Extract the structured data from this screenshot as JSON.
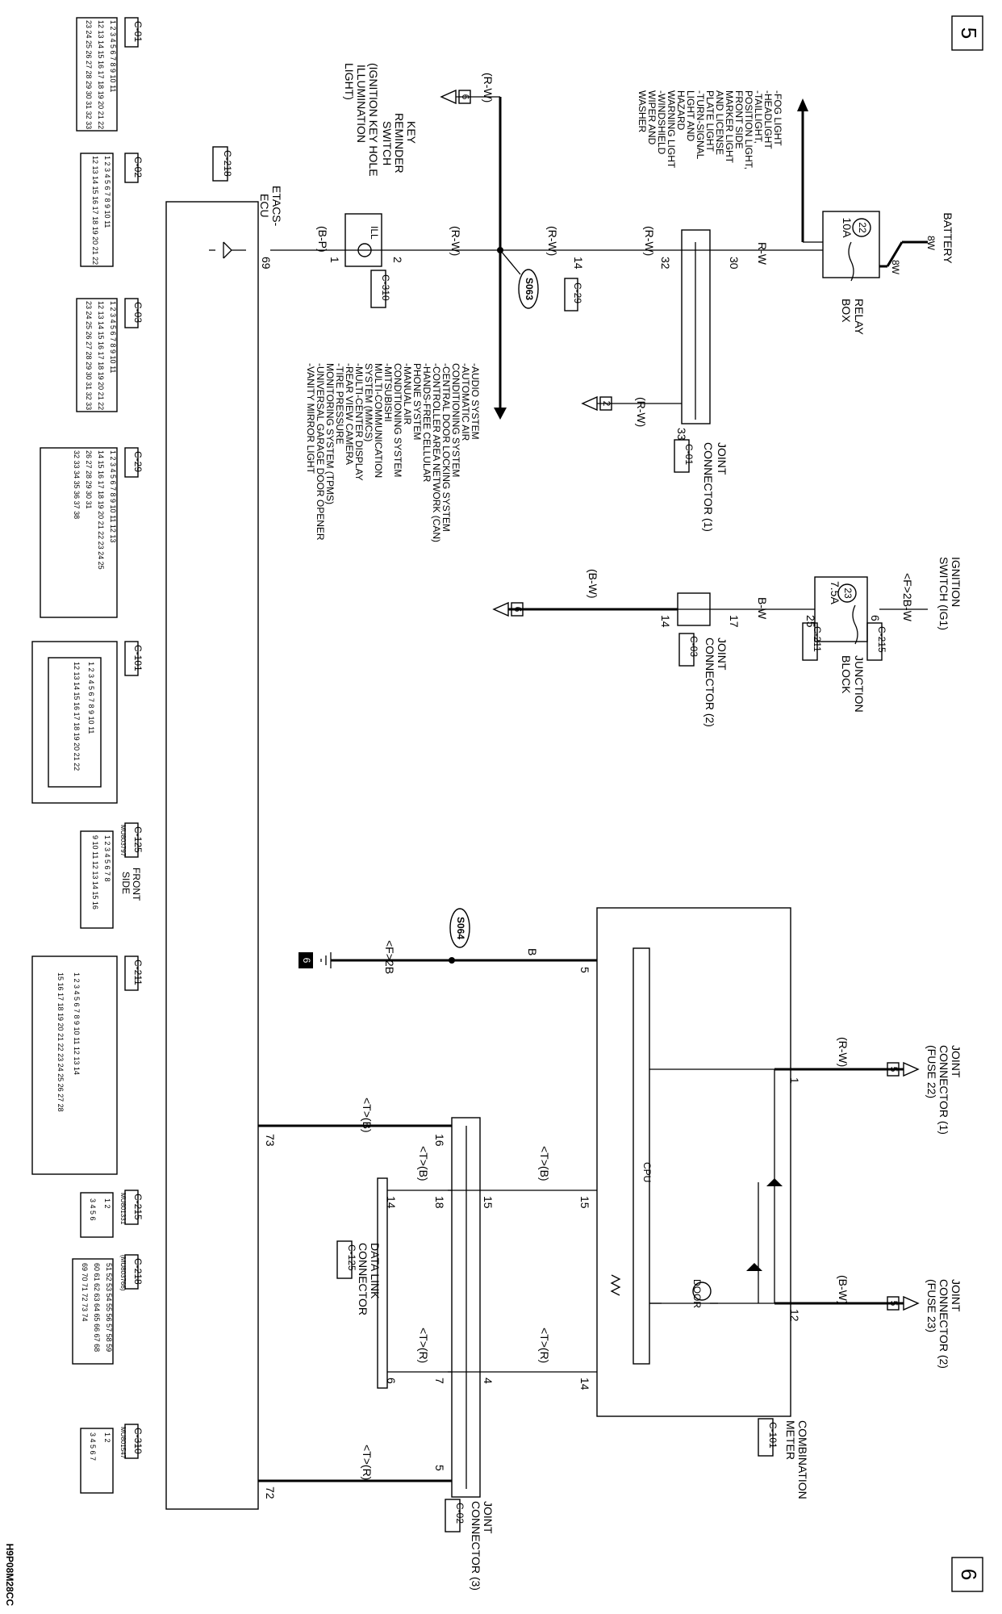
{
  "page": {
    "left_tag": "5",
    "right_tag": "6",
    "figure_code": "H9P08M28CC"
  },
  "top_wires": {
    "wire1": "8W",
    "wire2": "8W",
    "relay_fuse": "10A",
    "relay_fuse_no": "22",
    "wire_out": "R-W",
    "pin30": "30",
    "pin32": "32",
    "pin14": "14",
    "pin2": "2",
    "pin1": "1",
    "pin69": "69",
    "wire_rw": "(R-W)",
    "wire_bp": "(B-P)",
    "splice": "S063",
    "pin33": "33"
  },
  "relay_box": {
    "l1": "RELAY",
    "l2": "BOX"
  },
  "battery": "BATTERY",
  "fog_list": [
    "-FOG LIGHT",
    "-HEADLIGHT",
    "-TAILLIGHT,",
    "POSITION LIGHT,",
    "FRONT SIDE",
    "MARKER LIGHT",
    "AND LICENSE",
    "PLATE LIGHT",
    "-TURN-SIGNAL",
    "LIGHT AND",
    "HAZARD",
    "WARNING LIGHT",
    "-WINDSHIELD",
    "WIPER AND",
    "WASHER"
  ],
  "ground_refs": {
    "g6a": "6",
    "g2": "2",
    "g6b": "6",
    "g5a": "5",
    "g5b": "5",
    "g6c": "6"
  },
  "joint1": {
    "l1": "JOINT",
    "l2": "CONNECTOR (1)",
    "code": "C-01"
  },
  "joint2": {
    "l1": "JOINT",
    "l2": "CONNECTOR (2)",
    "code": "C-03",
    "p17": "17",
    "p14": "14"
  },
  "joint3": {
    "l1": "JOINT",
    "l2": "CONNECTOR (3)",
    "code": "C-02"
  },
  "c29": "C-29",
  "key_switch": {
    "l1": "KEY",
    "l2": "REMINDER",
    "l3": "SWITCH",
    "l4": "(IGNITION KEY HOLE",
    "l5": "ILLUMINATION",
    "l6": "LIGHT)",
    "code": "C-310",
    "ill": "ILL"
  },
  "etacs": {
    "l1": "ETACS-",
    "l2": "ECU",
    "code": "C-218"
  },
  "audio_list": [
    "-AUDIO SYSTEM",
    "-AUTOMATIC AIR",
    "CONDITIONING SYSTEM",
    "-CENTRAL DOOR LOCKING SYSTEM",
    "-CONTROLLER AREA NETWORK (CAN)",
    "-HANDS-FREE CELLULAR",
    "PHONE SYSTEM",
    "-MANUAL AIR",
    "CONDITIONING SYSTEM",
    "-MITSUBISHI",
    "MULTI-COMMUNICATION",
    "SYSTEM (MMCS)",
    "-MULTI-CENTER DISPLAY",
    "-REAR VIEW CAMERA",
    "-TIRE PRESSURE",
    "MONITORING SYSTEM (TPMS)",
    "-UNIVERSAL GARAGE DOOR OPENER",
    "-VANITY MIRROR LIGHT"
  ],
  "ignition": {
    "l1": "IGNITION",
    "l2": "SWITCH (IG1)",
    "wire": "<F>2B-W",
    "pin6": "6",
    "code215": "C-215",
    "pin25": "25",
    "code211": "C-211",
    "fuse": "7.5A",
    "fuse_no": "23",
    "bw": "B-W",
    "bw2": "(B-W)"
  },
  "junction": {
    "l1": "JUNCTION",
    "l2": "BLOCK"
  },
  "meter": {
    "l1": "COMBINATION",
    "l2": "METER",
    "code": "C-101",
    "cpu": "CPU",
    "door": "DOOR",
    "p1": "1",
    "p12": "12",
    "p5": "5",
    "p15": "15",
    "p14": "14"
  },
  "jc_fuse1": {
    "l1": "JOINT",
    "l2": "CONNECTOR (1)",
    "l3": "(FUSE 22)",
    "wire": "(R-W)"
  },
  "jc_fuse2": {
    "l1": "JOINT",
    "l2": "CONNECTOR (2)",
    "l3": "(FUSE 23)",
    "wire": "(B-W)"
  },
  "ground_wire": {
    "b": "B",
    "f2b": "<F>2B",
    "splice": "S064",
    "g": "6"
  },
  "can": {
    "tb": "<T>(B)",
    "tr": "<T>(R)",
    "p16": "16",
    "p73": "73",
    "p18": "18",
    "p15": "15",
    "p14": "14",
    "p7": "7",
    "p4": "4",
    "p6": "6",
    "p5": "5",
    "p72": "72"
  },
  "dlc": {
    "l1": "DATA LINK",
    "l2": "CONNECTOR",
    "code": "C-125"
  },
  "connectors": {
    "c01": {
      "name": "C-01",
      "rows": [
        "1 2 3 4 5 6 7 8 9 10 11",
        "12 13 14 15 16 17 18 19 20 21 22",
        "23 24 25 26 27 28 29 30 31 32 33"
      ]
    },
    "c02": {
      "name": "C-02",
      "rows": [
        "1 2 3 4 5 6 7 8 9 10 11",
        "12 13 14 15 16 17 18 19 20 21 22"
      ]
    },
    "c03": {
      "name": "C-03",
      "rows": [
        "1 2 3 4 5 6 7 8 9 10 11",
        "12 13 14 15 16 17 18 19 20 21 22",
        "23 24 25 26 27 28 29 30 31 32 33"
      ]
    },
    "c29": {
      "name": "C-29",
      "rows": [
        "1 2 3 4 5 6 7 8 9 10 11 12 13",
        "14 15 16 17 18 19 20 21 22 23 24 25",
        "26 27 28 29 30 31",
        "32 33 34 35 36 37 38"
      ]
    },
    "c101": {
      "name": "C-101",
      "rows": [
        "1 2 3 4 5 6 7 8 9 10 11",
        "12 13 14 15 16 17 18 19 20 21 22"
      ]
    },
    "c125": {
      "name": "C-125",
      "sub": "MU803797",
      "note1": "FRONT",
      "note2": "SIDE",
      "rows": [
        "1 2 3 4 5 6 7 8",
        "9 10 11 12 13 14 15 16"
      ]
    },
    "c211": {
      "name": "C-211",
      "rows": [
        "1 2 3 4 5 6 7 8 9 10 11 12 13 14",
        "15 16 17 18 19 20 21 22 23 24 25 26 27 28"
      ]
    },
    "c215": {
      "name": "C-215",
      "sub": "MU801331",
      "rows": [
        "1 2",
        "3 4 5 6"
      ]
    },
    "c218": {
      "name": "C-218",
      "sub": "(MU803766)",
      "rows": [
        "51 52 53 54 55 56 57 58 59",
        "60 61 62 63 64 65 66 67 68",
        "69 70 71 72 73 74"
      ]
    },
    "c310": {
      "name": "C-310",
      "sub": "MU801547",
      "rows": [
        "1 2",
        "3 4 5 6 7"
      ]
    }
  }
}
